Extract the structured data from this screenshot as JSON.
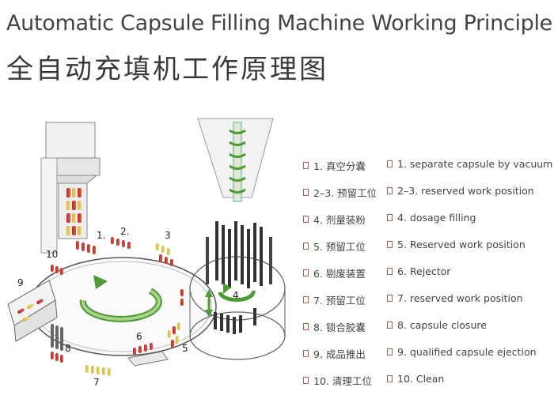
{
  "title_en": "Automatic Capsule Filling Machine Working Principle",
  "title_zh": "全自动充填机工作原理图",
  "diagram_labels": {
    "s1": "1.",
    "s2": "2.",
    "s3": "3",
    "s4": "4",
    "s5": "5",
    "s6": "6",
    "s7": "7",
    "s8": "8",
    "s9": "9",
    "s10": "10"
  },
  "legend": [
    {
      "zh": "1. 真空分囊",
      "en": "1. separate capsule by vacuum"
    },
    {
      "zh": "2–3. 预留工位",
      "en": "2–3. reserved work position"
    },
    {
      "zh": "4. 剂量装粉",
      "en": "4. dosage filling"
    },
    {
      "zh": "5. 预留工位",
      "en": "5. Reserved work position"
    },
    {
      "zh": "6. 剔废装置",
      "en": "6. Rejector"
    },
    {
      "zh": "7. 预留工位",
      "en": "7. reserved work position"
    },
    {
      "zh": "8. 锁合胶囊",
      "en": "8. capsule closure"
    },
    {
      "zh": "9. 成品推出",
      "en": "9. qualified capsule ejection"
    },
    {
      "zh": "10. 清理工位",
      "en": "10. Clean"
    }
  ]
}
